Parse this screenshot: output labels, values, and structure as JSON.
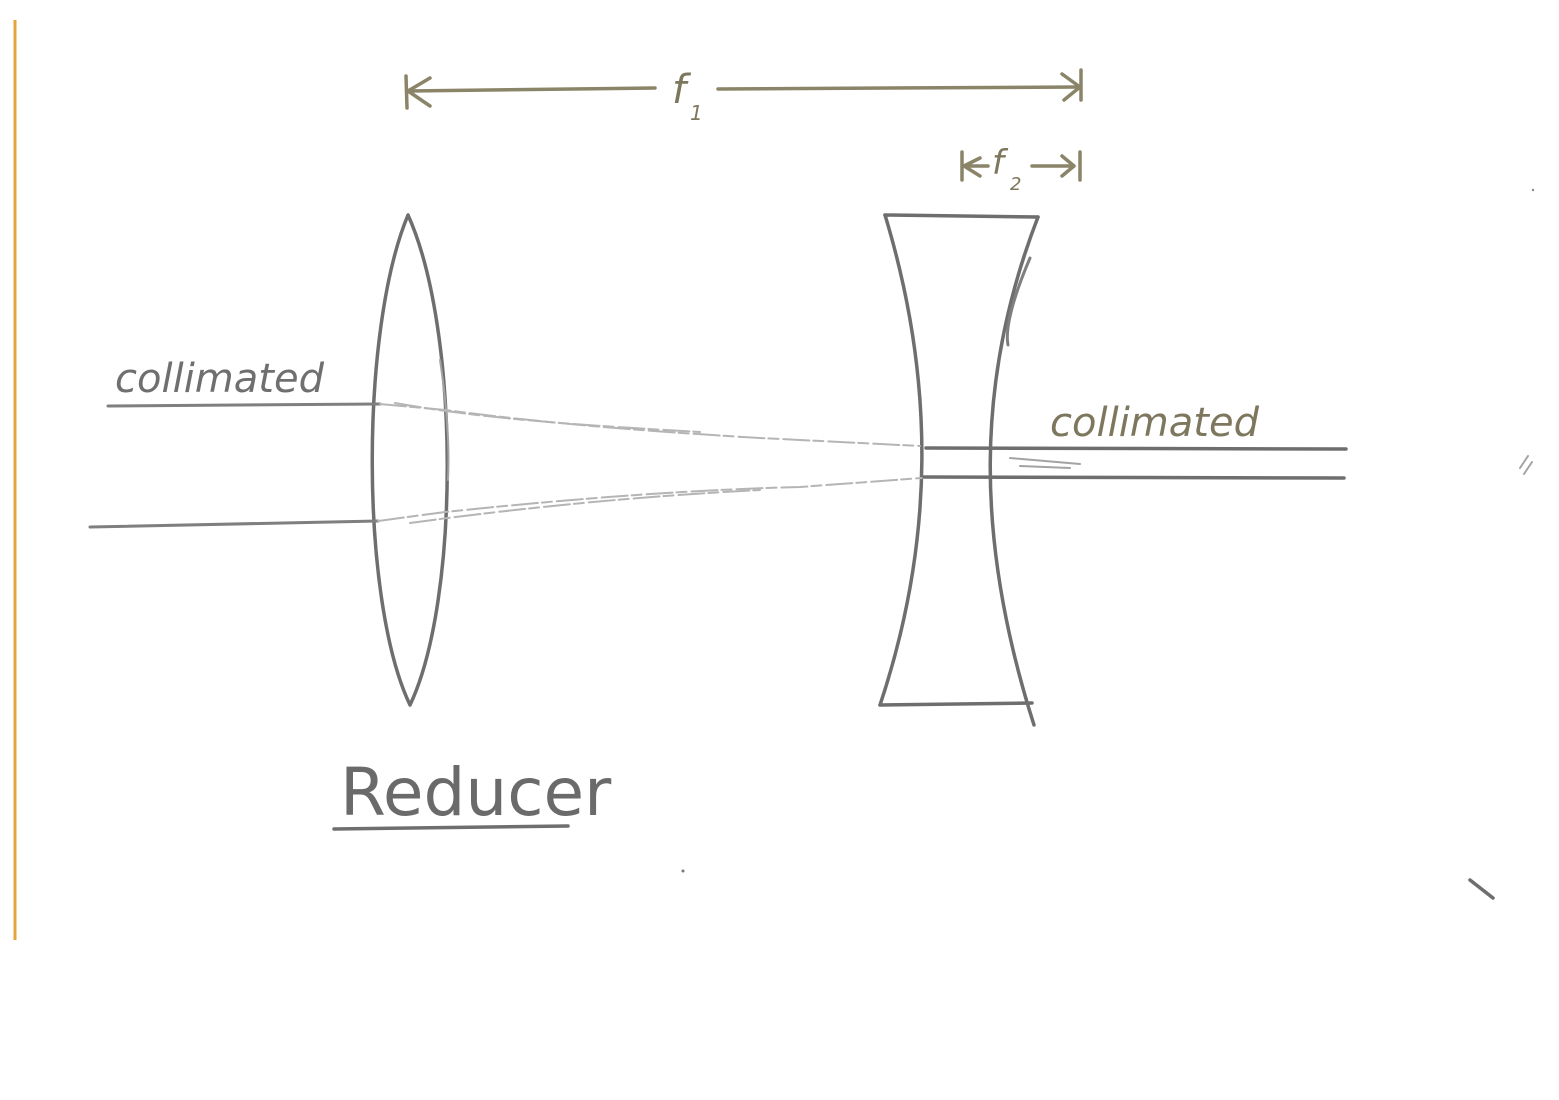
{
  "diagram": {
    "labels": {
      "focal_length_1": "f",
      "focal_length_1_subscript": "1",
      "focal_length_2": "f",
      "focal_length_2_subscript": "2",
      "input_beam": "collimated",
      "output_beam": "collimated",
      "title": "Reducer"
    },
    "components": [
      {
        "type": "converging-lens"
      },
      {
        "type": "diverging-lens"
      }
    ],
    "colors": {
      "pencil": "#7f7f7f",
      "dimension_ink": "#8a8468",
      "page_edge": "#e8a43c"
    }
  }
}
